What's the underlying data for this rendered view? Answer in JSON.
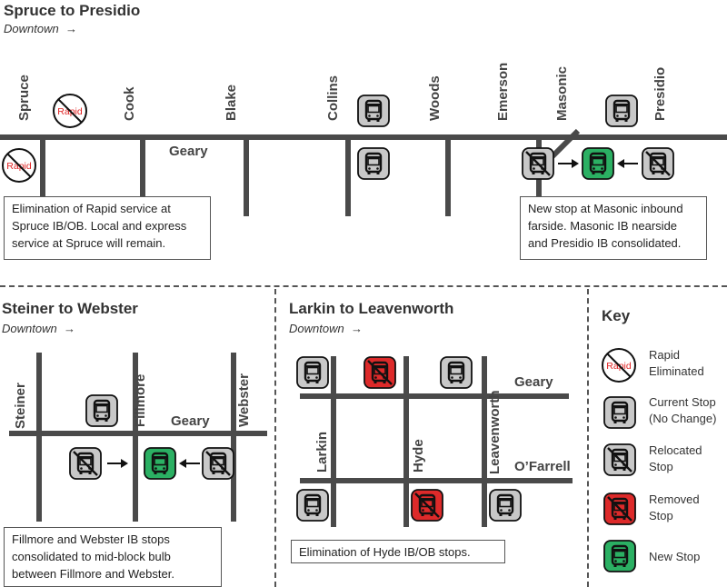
{
  "colors": {
    "current": "#c8c8c8",
    "new": "#2bb063",
    "removed": "#dd2a2a",
    "road": "#4a4a4a",
    "rapid_text": "#e02020"
  },
  "icons": {
    "rapid": "rapid-eliminated-icon",
    "current": "bus-current-icon",
    "relocated": "bus-relocated-icon",
    "removed": "bus-removed-icon",
    "new": "bus-new-icon"
  },
  "rapid_text": "Rapid",
  "section1": {
    "title": "Spruce to Presidio",
    "subtitle": "Downtown",
    "streets": [
      "Spruce",
      "Cook",
      "Blake",
      "Collins",
      "Woods",
      "Emerson",
      "Masonic",
      "Presidio"
    ],
    "main_street": "Geary",
    "note_left": "Elimination of Rapid service at Spruce IB/OB. Local and express service at Spruce will remain.",
    "note_right": "New stop at Masonic inbound farside. Masonic IB nearside and Presidio IB consolidated."
  },
  "section2": {
    "title": "Steiner to Webster",
    "subtitle": "Downtown",
    "streets": [
      "Steiner",
      "Fillmore",
      "Webster"
    ],
    "main_street": "Geary",
    "note": "Fillmore and Webster IB stops consolidated to mid-block bulb between Fillmore and Webster."
  },
  "section3": {
    "title": "Larkin to Leavenworth",
    "subtitle": "Downtown",
    "streets": [
      "Larkin",
      "Hyde",
      "Leavenworth"
    ],
    "street_geary": "Geary",
    "street_ofarrell": "O’Farrell",
    "note": "Elimination of Hyde IB/OB stops."
  },
  "key": {
    "title": "Key",
    "items": [
      {
        "icon": "rapid-eliminated-icon",
        "label": "Rapid\nEliminated"
      },
      {
        "icon": "bus-current-icon",
        "label": "Current Stop\n(No Change)"
      },
      {
        "icon": "bus-relocated-icon",
        "label": "Relocated\nStop"
      },
      {
        "icon": "bus-removed-icon",
        "label": "Removed\nStop"
      },
      {
        "icon": "bus-new-icon",
        "label": "New Stop"
      }
    ]
  }
}
